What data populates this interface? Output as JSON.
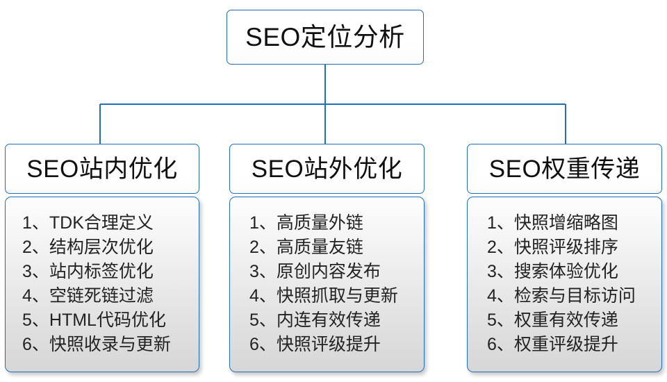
{
  "diagram": {
    "type": "org-tree",
    "root": {
      "label": "SEO定位分析"
    },
    "colors": {
      "border": "#1f6fbf",
      "connector": "#1f6fbf",
      "header_fill": "#ffffff",
      "body_fill_top": "#fdfdfd",
      "body_fill_bottom": "#d6d6d6",
      "text": "#111111"
    },
    "branches": [
      {
        "header": "SEO站内优化",
        "items": [
          {
            "index": "1、",
            "text": "TDK合理定义"
          },
          {
            "index": "2、",
            "text": "结构层次优化"
          },
          {
            "index": "3、",
            "text": "站内标签优化"
          },
          {
            "index": "4、",
            "text": "空链死链过滤"
          },
          {
            "index": "5、",
            "text": "HTML代码优化"
          },
          {
            "index": "6、",
            "text": "快照收录与更新"
          }
        ]
      },
      {
        "header": "SEO站外优化",
        "items": [
          {
            "index": "1、",
            "text": "高质量外链"
          },
          {
            "index": "2、",
            "text": "高质量友链"
          },
          {
            "index": "3、",
            "text": "原创内容发布"
          },
          {
            "index": "4、",
            "text": "快照抓取与更新"
          },
          {
            "index": "5、",
            "text": "内连有效传递"
          },
          {
            "index": "6、",
            "text": "快照评级提升"
          }
        ]
      },
      {
        "header": "SEO权重传递",
        "items": [
          {
            "index": "1、",
            "text": "快照增缩略图"
          },
          {
            "index": "2、",
            "text": "快照评级排序"
          },
          {
            "index": "3、",
            "text": "搜索体验优化"
          },
          {
            "index": "4、",
            "text": "检索与目标访问"
          },
          {
            "index": "5、",
            "text": "权重有效传递"
          },
          {
            "index": "6、",
            "text": "权重评级提升"
          }
        ]
      }
    ]
  }
}
